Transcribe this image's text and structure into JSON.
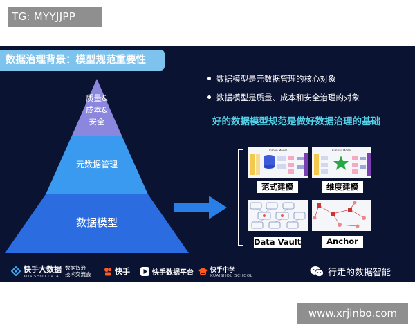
{
  "watermark_top": "TG: MYYJJPP",
  "watermark_bottom": "www.xrjinbo.com",
  "slide": {
    "title": "数据治理背景：模型规范重要性",
    "pyramid": {
      "top_lines": [
        "质量&",
        "成本&",
        "安全"
      ],
      "middle": "元数据管理",
      "bottom": "数据模型"
    },
    "bullets": [
      "数据模型是元数据管理的核心对象",
      "数据模型是质量、成本和安全治理的对象"
    ],
    "highlight": "好的数据模型规范是做好数据治理的基础",
    "models": [
      {
        "label": "范式建模",
        "thumb_title": "Inmon Model"
      },
      {
        "label": "维度建模",
        "thumb_title": "Kimball Model"
      },
      {
        "label": "Data Vault",
        "thumb_title": ""
      },
      {
        "label": "Anchor",
        "thumb_title": ""
      }
    ],
    "colors": {
      "background": "#0b1332",
      "banner": "#7ec3ee",
      "highlight": "#54d2e8",
      "pyramid_top": "#8c87de",
      "pyramid_middle": "#3a9af0",
      "pyramid_bottom": "#2b6de0"
    }
  },
  "footer": {
    "kuaishou_big_data": {
      "name": "快手大数据",
      "sub": "KUAISHOU DATA",
      "tag_line1": "数据智治",
      "tag_line2": "技术交流会"
    },
    "kuaishou": {
      "name": "快手",
      "icon": "kuaishou-logo-icon"
    },
    "data_platform": {
      "name": "快手数据平台",
      "icon": "play-logo-icon"
    },
    "middle_school": {
      "name": "快手中学",
      "sub": "KUAISHOU SCHOOL",
      "icon": "graduation-cap-icon"
    },
    "wechat_account": {
      "name": "行走的数据智能",
      "icon": "wechat-icon"
    }
  }
}
